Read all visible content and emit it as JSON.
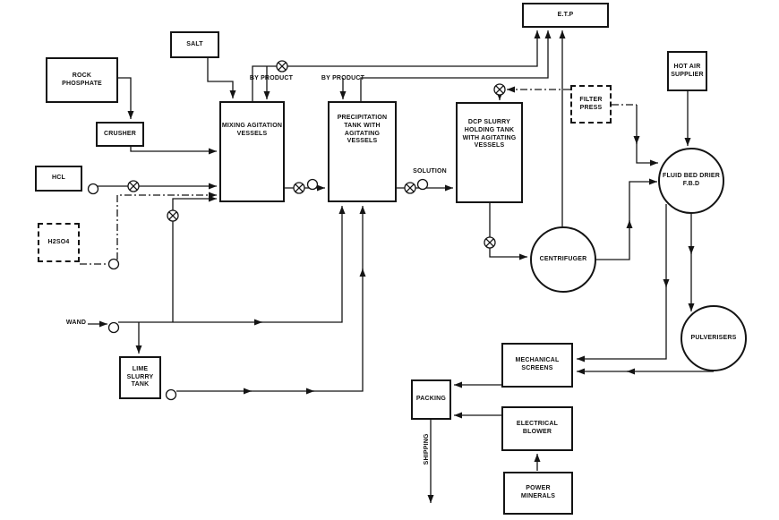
{
  "diagram": {
    "type": "process-flow-diagram",
    "equipment": {
      "etp": "E.T.P",
      "salt": "SALT",
      "rock_phosphate": "ROCK\nPHOSPHATE",
      "crusher": "CRUSHER",
      "hcl": "HCL",
      "h2so4": "H2SO4",
      "mixing_vessels": "MIXING AGITATION\nVESSELS",
      "precipitation_tank": "PRECIPITATION\nTANK WITH\nAGITATING\nVESSELS",
      "dcp_tank": "DCP SLURRY\nHOLDING TANK\nWITH AGITATING\nVESSELS",
      "filter_press": "FILTER\nPRESS",
      "hot_air_supplier": "HOT AIR\nSUPPLIER",
      "fluid_bed_drier": "FLUID BED DRIER\nF.B.D",
      "centrifuger": "CENTRIFUGER",
      "pulverisers": "PULVERISERS",
      "mechanical_screens": "MECHANICAL\nSCREENS",
      "packing": "PACKING",
      "electrical_blower": "ELECTRICAL\nBLOWER",
      "power_minerals": "POWER\nMINERALS",
      "lime_slurry_tank": "LIME SLURRY\nTANK"
    },
    "stream_labels": {
      "by_product_left": "BY PRODUCT",
      "by_product_right": "BY PRODUCT",
      "solution": "SOLUTION",
      "wand": "WAND",
      "shipping": "SHIPPING"
    },
    "line_color": "#141414"
  }
}
